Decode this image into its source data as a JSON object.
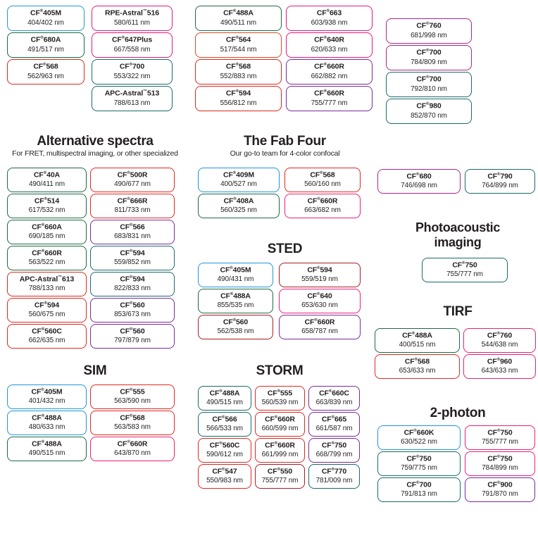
{
  "page": {
    "title": "CF Dye imaging application selection chart",
    "reg_mark": "®",
    "tm_mark": "™"
  },
  "colors": {
    "blue": "#2196d8",
    "green": "#1d6a43",
    "teal": "#1c6a6a",
    "red": "#e0281e",
    "darkred": "#a81c28",
    "orange_red": "#e04a22",
    "magenta": "#e3197c",
    "pink": "#e81f76",
    "purple": "#8e299a",
    "violet": "#7a2a9c",
    "plum": "#a8288c",
    "text": "#231f20"
  },
  "top_block": {
    "columns": [
      {
        "id": "top-col-1",
        "items": [
          {
            "name": "CF",
            "sup": "®",
            "suffix": "405M",
            "spec": "404/402 nm",
            "color": "blue"
          },
          {
            "name": "CF",
            "sup": "®",
            "suffix": "680A",
            "spec": "491/517 nm",
            "color": "green"
          },
          {
            "name": "CF",
            "sup": "®",
            "suffix": "568",
            "spec": "562/963 nm",
            "color": "red"
          }
        ]
      },
      {
        "id": "top-col-2",
        "items": [
          {
            "name": "RPE-Astral",
            "sup": "™",
            "suffix": "516",
            "spec": "580/611 nm",
            "color": "magenta"
          },
          {
            "name": "CF",
            "sup": "®",
            "suffix": "647Plus",
            "spec": "667/558 nm",
            "color": "magenta"
          },
          {
            "name": "CF",
            "sup": "®",
            "suffix": "700",
            "spec": "553/322 nm",
            "color": "teal"
          },
          {
            "name": "APC-Astral",
            "sup": "™",
            "suffix": "513",
            "spec": "788/613 nm",
            "color": "teal"
          }
        ]
      },
      {
        "id": "top-col-3",
        "items": [
          {
            "name": "CF",
            "sup": "®",
            "suffix": "488A",
            "spec": "490/511 nm",
            "color": "green"
          },
          {
            "name": "CF",
            "sup": "®",
            "suffix": "564",
            "spec": "517/544 nm",
            "color": "orange_red"
          },
          {
            "name": "CF",
            "sup": "®",
            "suffix": "568",
            "spec": "552/883 nm",
            "color": "red"
          },
          {
            "name": "CF",
            "sup": "®",
            "suffix": "594",
            "spec": "556/812 nm",
            "color": "red"
          }
        ]
      },
      {
        "id": "top-col-4",
        "items": [
          {
            "name": "CF",
            "sup": "®",
            "suffix": "663",
            "spec": "603/938 nm",
            "color": "magenta"
          },
          {
            "name": "CF",
            "sup": "®",
            "suffix": "640R",
            "spec": "620/633 nm",
            "color": "magenta"
          },
          {
            "name": "CF",
            "sup": "®",
            "suffix": "660R",
            "spec": "662/882 nm",
            "color": "violet"
          },
          {
            "name": "CF",
            "sup": "®",
            "suffix": "660R",
            "spec": "755/777 nm",
            "color": "violet"
          }
        ]
      },
      {
        "id": "top-col-5",
        "items": [
          {
            "name": "CF",
            "sup": "®",
            "suffix": "760",
            "spec": "681/998 nm",
            "color": "plum"
          },
          {
            "name": "CF",
            "sup": "®",
            "suffix": "700",
            "spec": "784/809 nm",
            "color": "plum"
          },
          {
            "name": "CF",
            "sup": "®",
            "suffix": "700",
            "spec": "792/810 nm",
            "color": "teal"
          },
          {
            "name": "CF",
            "sup": "®",
            "suffix": "980",
            "spec": "852/870 nm",
            "color": "teal"
          }
        ]
      }
    ]
  },
  "sections": {
    "alternative_spectra": {
      "title": "Alternative spectra",
      "subtitle": "For FRET, multispectral imaging, or other specialized",
      "left": [
        {
          "name": "CF",
          "sup": "®",
          "suffix": "40A",
          "spec": "490/411 nm",
          "color": "green"
        },
        {
          "name": "CF",
          "sup": "®",
          "suffix": "514",
          "spec": "617/532 nm",
          "color": "green"
        },
        {
          "name": "CF",
          "sup": "®",
          "suffix": "660A",
          "spec": "690/185 nm",
          "color": "green"
        },
        {
          "name": "CF",
          "sup": "®",
          "suffix": "660R",
          "spec": "563/522 nm",
          "color": "green"
        },
        {
          "name": "APC-Astral",
          "sup": "™",
          "suffix": "613",
          "spec": "788/133 nm",
          "color": "red"
        },
        {
          "name": "CF",
          "sup": "®",
          "suffix": "594",
          "spec": "560/675 nm",
          "color": "red"
        },
        {
          "name": "CF",
          "sup": "®",
          "suffix": "560C",
          "spec": "662/635 nm",
          "color": "red"
        }
      ],
      "right": [
        {
          "name": "CF",
          "sup": "®",
          "suffix": "500R",
          "spec": "490/677 nm",
          "color": "red"
        },
        {
          "name": "CF",
          "sup": "®",
          "suffix": "666R",
          "spec": "811/733 nm",
          "color": "red"
        },
        {
          "name": "CF",
          "sup": "®",
          "suffix": "566",
          "spec": "683/831 nm",
          "color": "violet"
        },
        {
          "name": "CF",
          "sup": "®",
          "suffix": "594",
          "spec": "559/852 nm",
          "color": "teal"
        },
        {
          "name": "CF",
          "sup": "®",
          "suffix": "594",
          "spec": "822/833 nm",
          "color": "teal"
        },
        {
          "name": "CF",
          "sup": "®",
          "suffix": "560",
          "spec": "853/673 nm",
          "color": "violet"
        },
        {
          "name": "CF",
          "sup": "®",
          "suffix": "560",
          "spec": "797/879 nm",
          "color": "violet"
        }
      ]
    },
    "fab_four": {
      "title": "The Fab Four",
      "subtitle": "Our go-to team for 4-color confocal",
      "left": [
        {
          "name": "CF",
          "sup": "®",
          "suffix": "409M",
          "spec": "400/527 nm",
          "color": "blue"
        },
        {
          "name": "CF",
          "sup": "®",
          "suffix": "408A",
          "spec": "560/325 nm",
          "color": "green"
        }
      ],
      "right": [
        {
          "name": "CF",
          "sup": "®",
          "suffix": "568",
          "spec": "560/160 nm",
          "color": "red"
        },
        {
          "name": "CF",
          "sup": "®",
          "suffix": "660R",
          "spec": "663/682 nm",
          "color": "pink"
        }
      ]
    },
    "sted": {
      "title": "STED",
      "left": [
        {
          "name": "CF",
          "sup": "®",
          "suffix": "405M",
          "spec": "490/431 nm",
          "color": "blue"
        },
        {
          "name": "CF",
          "sup": "®",
          "suffix": "488A",
          "spec": "855/535 nm",
          "color": "green"
        },
        {
          "name": "CF",
          "sup": "®",
          "suffix": "560",
          "spec": "562/538 nm",
          "color": "darkred"
        }
      ],
      "right": [
        {
          "name": "CF",
          "sup": "®",
          "suffix": "594",
          "spec": "559/519 nm",
          "color": "darkred"
        },
        {
          "name": "CF",
          "sup": "®",
          "suffix": "640",
          "spec": "653/630 nm",
          "color": "pink"
        },
        {
          "name": "CF",
          "sup": "®",
          "suffix": "660R",
          "spec": "658/787 nm",
          "color": "violet"
        }
      ]
    },
    "sim": {
      "title": "SIM",
      "left": [
        {
          "name": "CF",
          "sup": "®",
          "suffix": "405M",
          "spec": "401/432 nm",
          "color": "blue"
        },
        {
          "name": "CF",
          "sup": "®",
          "suffix": "488A",
          "spec": "480/633 nm",
          "color": "blue"
        },
        {
          "name": "CF",
          "sup": "®",
          "suffix": "488A",
          "spec": "490/515 nm",
          "color": "green"
        }
      ],
      "right": [
        {
          "name": "CF",
          "sup": "®",
          "suffix": "555",
          "spec": "563/590 nm",
          "color": "red"
        },
        {
          "name": "CF",
          "sup": "®",
          "suffix": "568",
          "spec": "563/583 nm",
          "color": "red"
        },
        {
          "name": "CF",
          "sup": "®",
          "suffix": "660R",
          "spec": "643/870 nm",
          "color": "pink"
        }
      ]
    },
    "storm": {
      "title": "STORM",
      "col1": [
        {
          "name": "CF",
          "sup": "®",
          "suffix": "488A",
          "spec": "490/515 nm",
          "color": "teal"
        },
        {
          "name": "CF",
          "sup": "®",
          "suffix": "566",
          "spec": "566/533 nm",
          "color": "teal"
        },
        {
          "name": "CF",
          "sup": "®",
          "suffix": "560C",
          "spec": "590/612 nm",
          "color": "red"
        },
        {
          "name": "CF",
          "sup": "®",
          "suffix": "547",
          "spec": "550/983 nm",
          "color": "red"
        }
      ],
      "col2": [
        {
          "name": "CF",
          "sup": "®",
          "suffix": "555",
          "spec": "560/539 nm",
          "color": "red"
        },
        {
          "name": "CF",
          "sup": "®",
          "suffix": "660R",
          "spec": "660/599 nm",
          "color": "red"
        },
        {
          "name": "CF",
          "sup": "®",
          "suffix": "660R",
          "spec": "661/999 nm",
          "color": "red"
        },
        {
          "name": "CF",
          "sup": "®",
          "suffix": "550",
          "spec": "755/777 nm",
          "color": "darkred"
        }
      ],
      "col3": [
        {
          "name": "CF",
          "sup": "®",
          "suffix": "660C",
          "spec": "663/839 nm",
          "color": "violet"
        },
        {
          "name": "CF",
          "sup": "®",
          "suffix": "665",
          "spec": "661/587 nm",
          "color": "violet"
        },
        {
          "name": "CF",
          "sup": "®",
          "suffix": "750",
          "spec": "668/799 nm",
          "color": "violet"
        },
        {
          "name": "CF",
          "sup": "®",
          "suffix": "770",
          "spec": "781/009 nm",
          "color": "teal"
        }
      ]
    },
    "right_pair": {
      "left": [
        {
          "name": "CF",
          "sup": "®",
          "suffix": "680",
          "spec": "746/698 nm",
          "color": "plum"
        }
      ],
      "right": [
        {
          "name": "CF",
          "sup": "®",
          "suffix": "790",
          "spec": "764/899 nm",
          "color": "teal"
        }
      ]
    },
    "photoacoustic": {
      "title_line1": "Photoacoustic",
      "title_line2": "imaging",
      "items": [
        {
          "name": "CF",
          "sup": "®",
          "suffix": "750",
          "spec": "755/777 nm",
          "color": "teal"
        }
      ]
    },
    "tirf": {
      "title": "TIRF",
      "left": [
        {
          "name": "CF",
          "sup": "®",
          "suffix": "488A",
          "spec": "400/515 nm",
          "color": "green"
        },
        {
          "name": "CF",
          "sup": "®",
          "suffix": "568",
          "spec": "653/633 nm",
          "color": "red"
        }
      ],
      "right": [
        {
          "name": "CF",
          "sup": "®",
          "suffix": "760",
          "spec": "544/638 nm",
          "color": "pink"
        },
        {
          "name": "CF",
          "sup": "®",
          "suffix": "960",
          "spec": "643/633 nm",
          "color": "pink"
        }
      ]
    },
    "two_photon": {
      "title": "2-photon",
      "left": [
        {
          "name": "CF",
          "sup": "®",
          "suffix": "660K",
          "spec": "630/522 nm",
          "color": "blue"
        },
        {
          "name": "CF",
          "sup": "®",
          "suffix": "750",
          "spec": "759/775 nm",
          "color": "teal"
        },
        {
          "name": "CF",
          "sup": "®",
          "suffix": "700",
          "spec": "791/813 nm",
          "color": "teal"
        }
      ],
      "right": [
        {
          "name": "CF",
          "sup": "®",
          "suffix": "750",
          "spec": "755/777 nm",
          "color": "pink"
        },
        {
          "name": "CF",
          "sup": "®",
          "suffix": "750",
          "spec": "784/899 nm",
          "color": "pink"
        },
        {
          "name": "CF",
          "sup": "®",
          "suffix": "900",
          "spec": "791/870 nm",
          "color": "violet"
        }
      ]
    }
  }
}
